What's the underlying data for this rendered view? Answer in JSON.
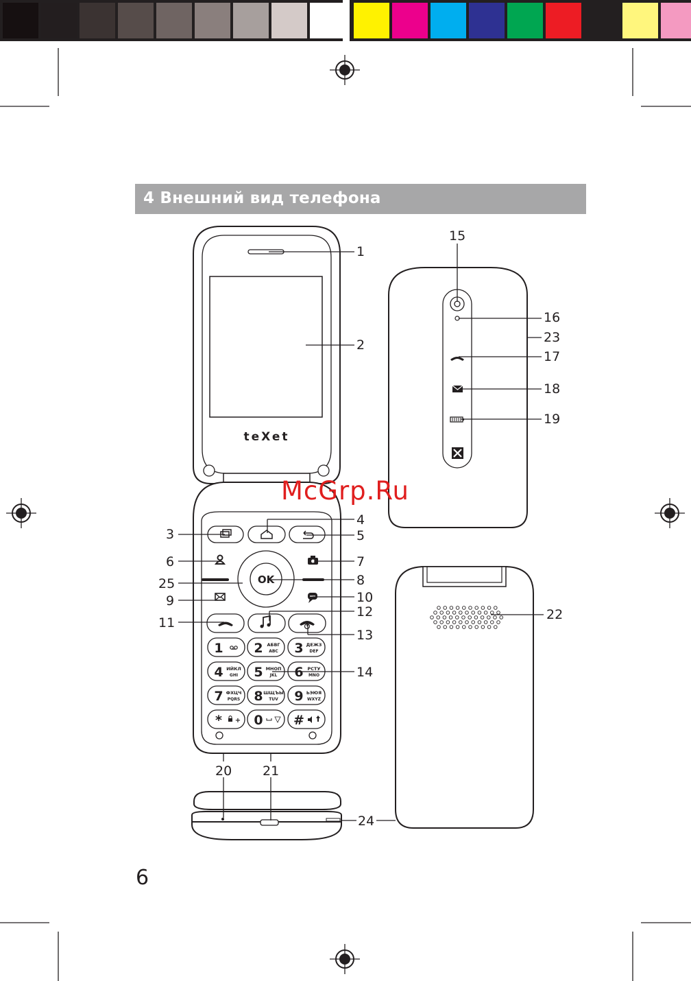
{
  "colors": {
    "grayscale_swatches": [
      "#161011",
      "#231e1f",
      "#3b3332",
      "#564c4a",
      "#6f6462",
      "#8a7f7d",
      "#a79f9d",
      "#d4cac8",
      "#ffffff"
    ],
    "color_swatches": [
      "#fff200",
      "#ec008c",
      "#00aeef",
      "#2e3192",
      "#00a651",
      "#ed1c24",
      "#231f20",
      "#fff67d",
      "#f49ac1"
    ],
    "title_bar_bg": "#a7a7a8",
    "watermark": "#e01e1e",
    "ink": "#231f20"
  },
  "section": {
    "title": "4 Внешний вид телефона"
  },
  "page": {
    "number": "6"
  },
  "watermark": {
    "text": "McGrp.Ru"
  },
  "phone": {
    "brand_logo": "teXet",
    "keys": {
      "ok": "OK",
      "digits": [
        {
          "digit": "1",
          "letters_ru": "",
          "letters_en": "",
          "symbol": "voicemail-icon"
        },
        {
          "digit": "2",
          "letters_ru": "АБВГ",
          "letters_en": "ABC"
        },
        {
          "digit": "3",
          "letters_ru": "ДЕЖЗ",
          "letters_en": "DEF"
        },
        {
          "digit": "4",
          "letters_ru": "ИЙКЛ",
          "letters_en": "GHI"
        },
        {
          "digit": "5",
          "letters_ru": "МНОП",
          "letters_en": "JKL"
        },
        {
          "digit": "6",
          "letters_ru": "РСТУ",
          "letters_en": "MNO"
        },
        {
          "digit": "7",
          "letters_ru": "ФХЦЧ",
          "letters_en": "PQRS"
        },
        {
          "digit": "8",
          "letters_ru": "ШЩЪЫ",
          "letters_en": "TUV"
        },
        {
          "digit": "9",
          "letters_ru": "ЬЭЮЯ",
          "letters_en": "WXYZ"
        },
        {
          "digit": "*",
          "letters_ru": "",
          "letters_en": "+",
          "symbol": "lock-icon"
        },
        {
          "digit": "0",
          "letters_ru": "",
          "letters_en": "",
          "symbol": "space-icon"
        },
        {
          "digit": "#",
          "letters_ru": "",
          "letters_en": "",
          "symbol": "shift-icon"
        }
      ]
    }
  },
  "callouts": [
    "1",
    "2",
    "3",
    "4",
    "5",
    "6",
    "7",
    "8",
    "9",
    "10",
    "11",
    "12",
    "13",
    "14",
    "15",
    "16",
    "17",
    "18",
    "19",
    "20",
    "21",
    "22",
    "23",
    "24",
    "25"
  ]
}
